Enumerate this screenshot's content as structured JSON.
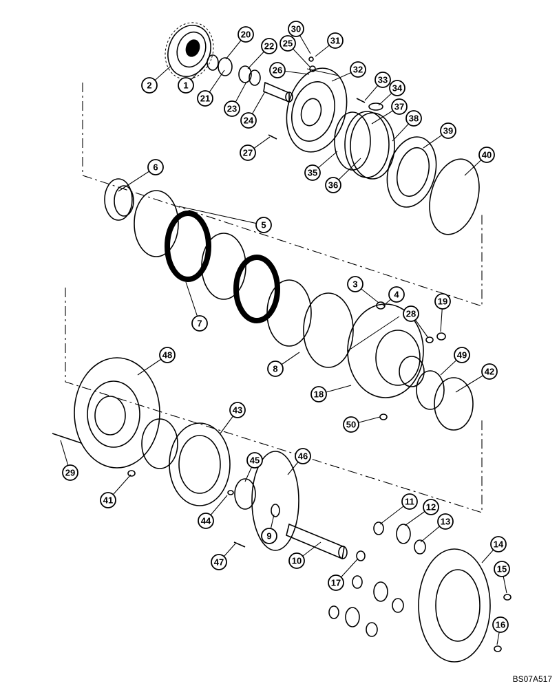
{
  "figure_code": "BS07A517",
  "callouts": [
    "1",
    "2",
    "3",
    "4",
    "5",
    "6",
    "7",
    "8",
    "9",
    "10",
    "11",
    "12",
    "13",
    "14",
    "15",
    "16",
    "17",
    "18",
    "19",
    "20",
    "21",
    "22",
    "23",
    "24",
    "25",
    "26",
    "27",
    "28",
    "29",
    "30",
    "31",
    "32",
    "33",
    "34",
    "35",
    "36",
    "37",
    "38",
    "39",
    "40",
    "41",
    "42",
    "43",
    "44",
    "45",
    "46",
    "47",
    "48",
    "49",
    "50"
  ]
}
